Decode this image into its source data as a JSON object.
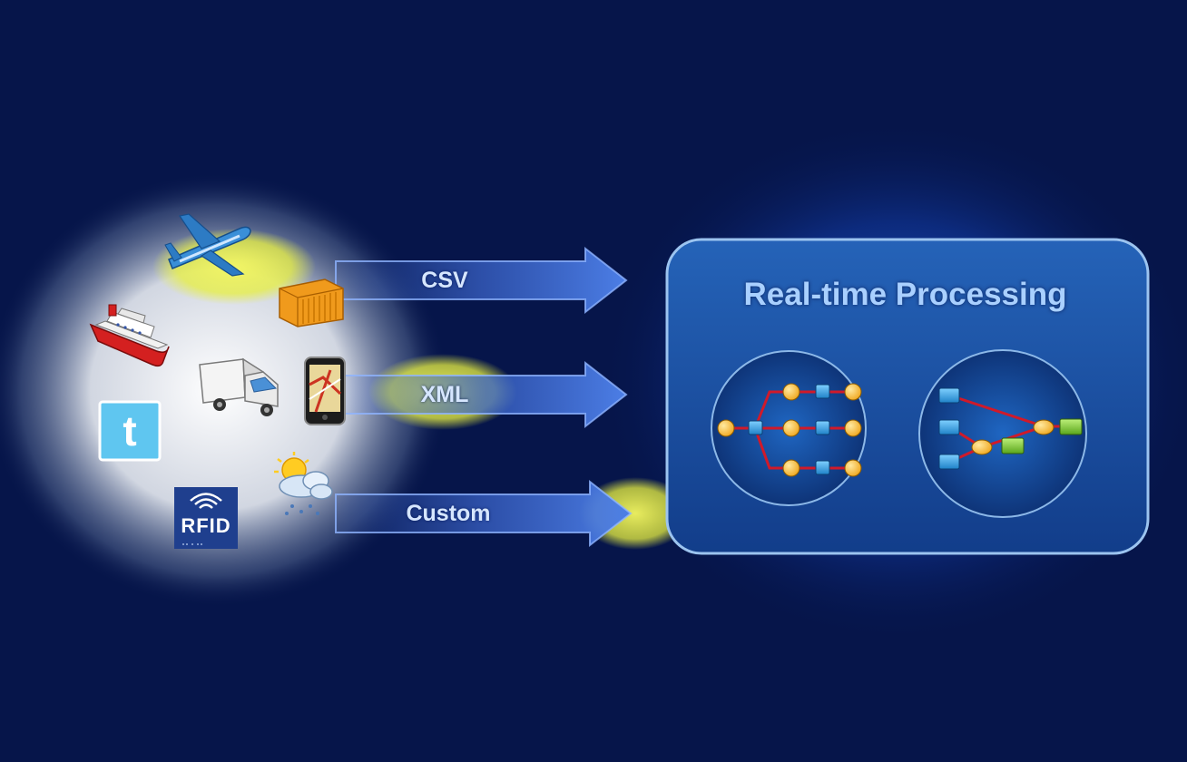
{
  "title": "Real-time Processing",
  "streams": [
    {
      "label": "CSV"
    },
    {
      "label": "XML"
    },
    {
      "label": "Custom"
    }
  ],
  "source_icons": [
    "airplane-icon",
    "shipping-container-icon",
    "ship-icon",
    "truck-icon",
    "smartphone-map-icon",
    "twitter-icon",
    "weather-icon",
    "rfid-icon"
  ],
  "rfid_label": "RFID",
  "colors": {
    "background": "#06154a",
    "arrow": "#3a63c8",
    "highlight": "#e8f040",
    "panel": "#1b4fa0",
    "node_orange": "#f5b82e",
    "node_blue": "#2e9ad8",
    "node_green": "#7cc234",
    "edge_red": "#c8102e"
  }
}
